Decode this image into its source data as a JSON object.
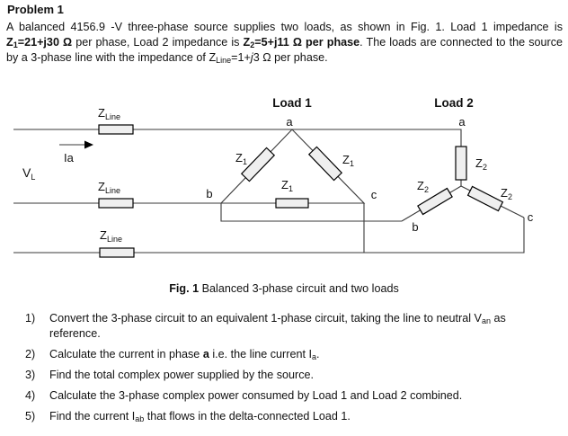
{
  "header": {
    "title": "Problem 1"
  },
  "problem": {
    "s1": "A balanced 4156.9 -V three-phase source supplies two loads, as shown in Fig. 1. Load 1 impedance is ",
    "z1_main": "Z",
    "z1_sub": "1",
    "z1_val": "=21+j30 Ω",
    "s2": " per phase, Load 2 impedance is ",
    "z2_main": "Z",
    "z2_sub": "2",
    "z2_val": "=5+j11 Ω per phase",
    "s3": ". The loads are connected to the source by a 3-phase line with the impedance of ",
    "zline_main": "Z",
    "zline_sub": "Line",
    "zline_eq": "=1+",
    "zline_j": "j",
    "zline_rest": "3 Ω per phase."
  },
  "figure": {
    "caption_bold": "Fig. 1",
    "caption_rest": " Balanced 3-phase circuit and two loads",
    "load1": "Load 1",
    "load2": "Load 2",
    "v_main": "V",
    "v_sub": "L",
    "current": "Ia",
    "z": "Z",
    "sub_line": "Line",
    "sub_1": "1",
    "sub_2": "2",
    "a": "a",
    "b": "b",
    "c": "c"
  },
  "tasks": {
    "n1": "1)",
    "t1a": "Convert the 3-phase circuit to an equivalent 1-phase circuit, taking the line to neutral V",
    "t1sub": "an",
    "t1b": " as reference.",
    "n2": "2)",
    "t2a": "Calculate the current in phase ",
    "t2bold": "a",
    "t2b": " i.e. the line current I",
    "t2sub": "a",
    "t2c": ".",
    "n3": "3)",
    "t3": "Find the total complex power supplied by the source.",
    "n4": "4)",
    "t4": "Calculate the 3-phase complex power consumed by Load 1 and Load 2 combined.",
    "n5": "5)",
    "t5a": "Find the current I",
    "t5sub": "ab",
    "t5b": " that flows in the delta-connected Load 1."
  },
  "colors": {
    "ink": "#111111",
    "wire": "#3a3a3a",
    "resistor_fill": "#efefef"
  }
}
